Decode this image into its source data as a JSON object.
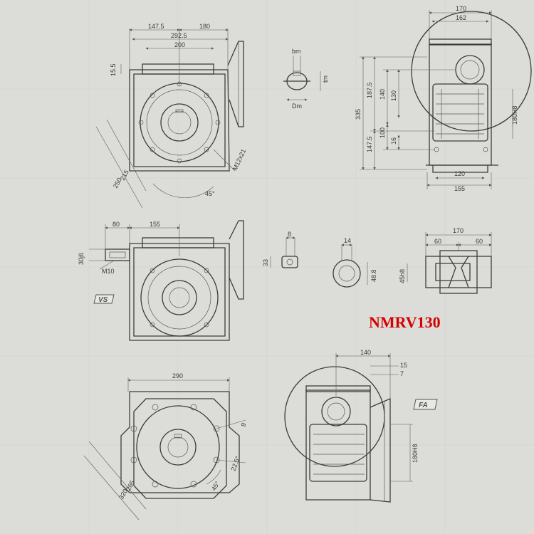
{
  "title": "NMRV130",
  "badges": {
    "vs": "VS",
    "fa": "FA"
  },
  "view_top_left": {
    "dims": [
      "147.5",
      "180",
      "292.5",
      "200",
      "15.5",
      "215",
      "250",
      "M12x21",
      "45°"
    ]
  },
  "key_detail": {
    "labels": [
      "bm",
      "tm",
      "Dm"
    ]
  },
  "view_top_right": {
    "dims": [
      "170",
      "162",
      "335",
      "187.5",
      "147.5",
      "140",
      "130",
      "100",
      "16",
      "120",
      "155",
      "180H8"
    ]
  },
  "view_mid_left": {
    "dims": [
      "80",
      "155",
      "30j6",
      "M10"
    ]
  },
  "shaft_detail": {
    "labels": [
      "8",
      "33"
    ]
  },
  "hollow_detail": {
    "labels": [
      "14",
      "48.8"
    ]
  },
  "view_mid_right": {
    "dims": [
      "170",
      "60",
      "60",
      "45h8"
    ]
  },
  "view_bottom_left": {
    "dims": [
      "290",
      "9",
      "22.5°",
      "45°",
      "265",
      "320"
    ]
  },
  "view_bottom_right": {
    "dims": [
      "140",
      "15",
      "7",
      "180H8"
    ]
  },
  "colors": {
    "paper": "#dcdcd8",
    "line": "#3c3c3c",
    "title": "#d40000"
  }
}
